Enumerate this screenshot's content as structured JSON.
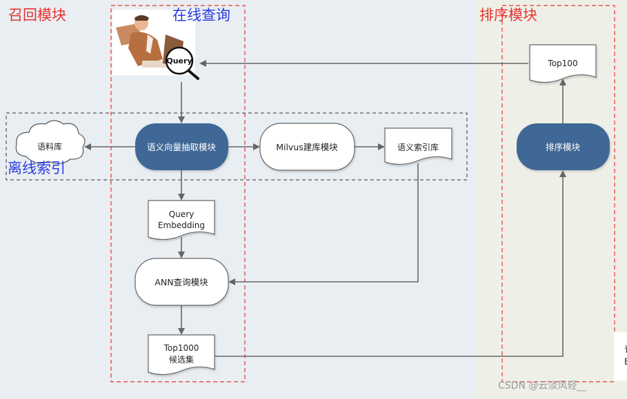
{
  "regions": {
    "recall": "召回模块",
    "online": "在线查询",
    "offline": "离线索引",
    "ranking": "排序模块"
  },
  "nodes": {
    "user_query": "Query",
    "corpus": "语料库",
    "semantic_extract": "语义向量抽取模块",
    "milvus_build": "Milvus建库模块",
    "semantic_index": "语义索引库",
    "query_embedding_line1": "Query",
    "query_embedding_line2": "Embedding",
    "ann_query": "ANN查询模块",
    "top1000_line1": "Top1000",
    "top1000_line2": "候选集",
    "ranking_module": "排序模块",
    "top100": "Top100"
  },
  "watermark": "CSDN @云淡风轻__",
  "edge_snippet": [
    "讠",
    "E"
  ],
  "colors": {
    "background": "#e9eef2",
    "ranking_panel": "#eef0e8",
    "accent_blue": "#3f6896",
    "region_red": "#e8332f",
    "region_blue": "#2b3ce0",
    "arrow": "#666666"
  }
}
